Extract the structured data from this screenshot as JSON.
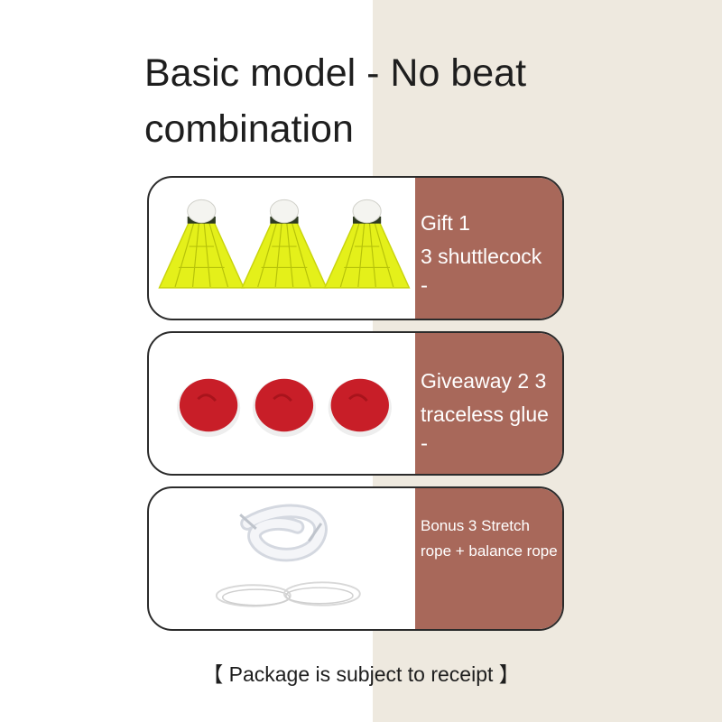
{
  "title": "Basic model - No beat combination",
  "items": [
    {
      "label": "Gift 1",
      "sub": "3 shuttlecock",
      "mark": "-"
    },
    {
      "label": "Giveaway 2 3",
      "sub": "traceless glue",
      "mark": "-"
    },
    {
      "label": "Bonus 3 Stretch rope + balance rope"
    }
  ],
  "footer": "【 Package is subject to receipt 】",
  "colors": {
    "label_bg": "#a8685a",
    "right_bg": "#eee9df",
    "shuttle_skirt": "#e4f01a",
    "glue_red": "#c81e28"
  }
}
